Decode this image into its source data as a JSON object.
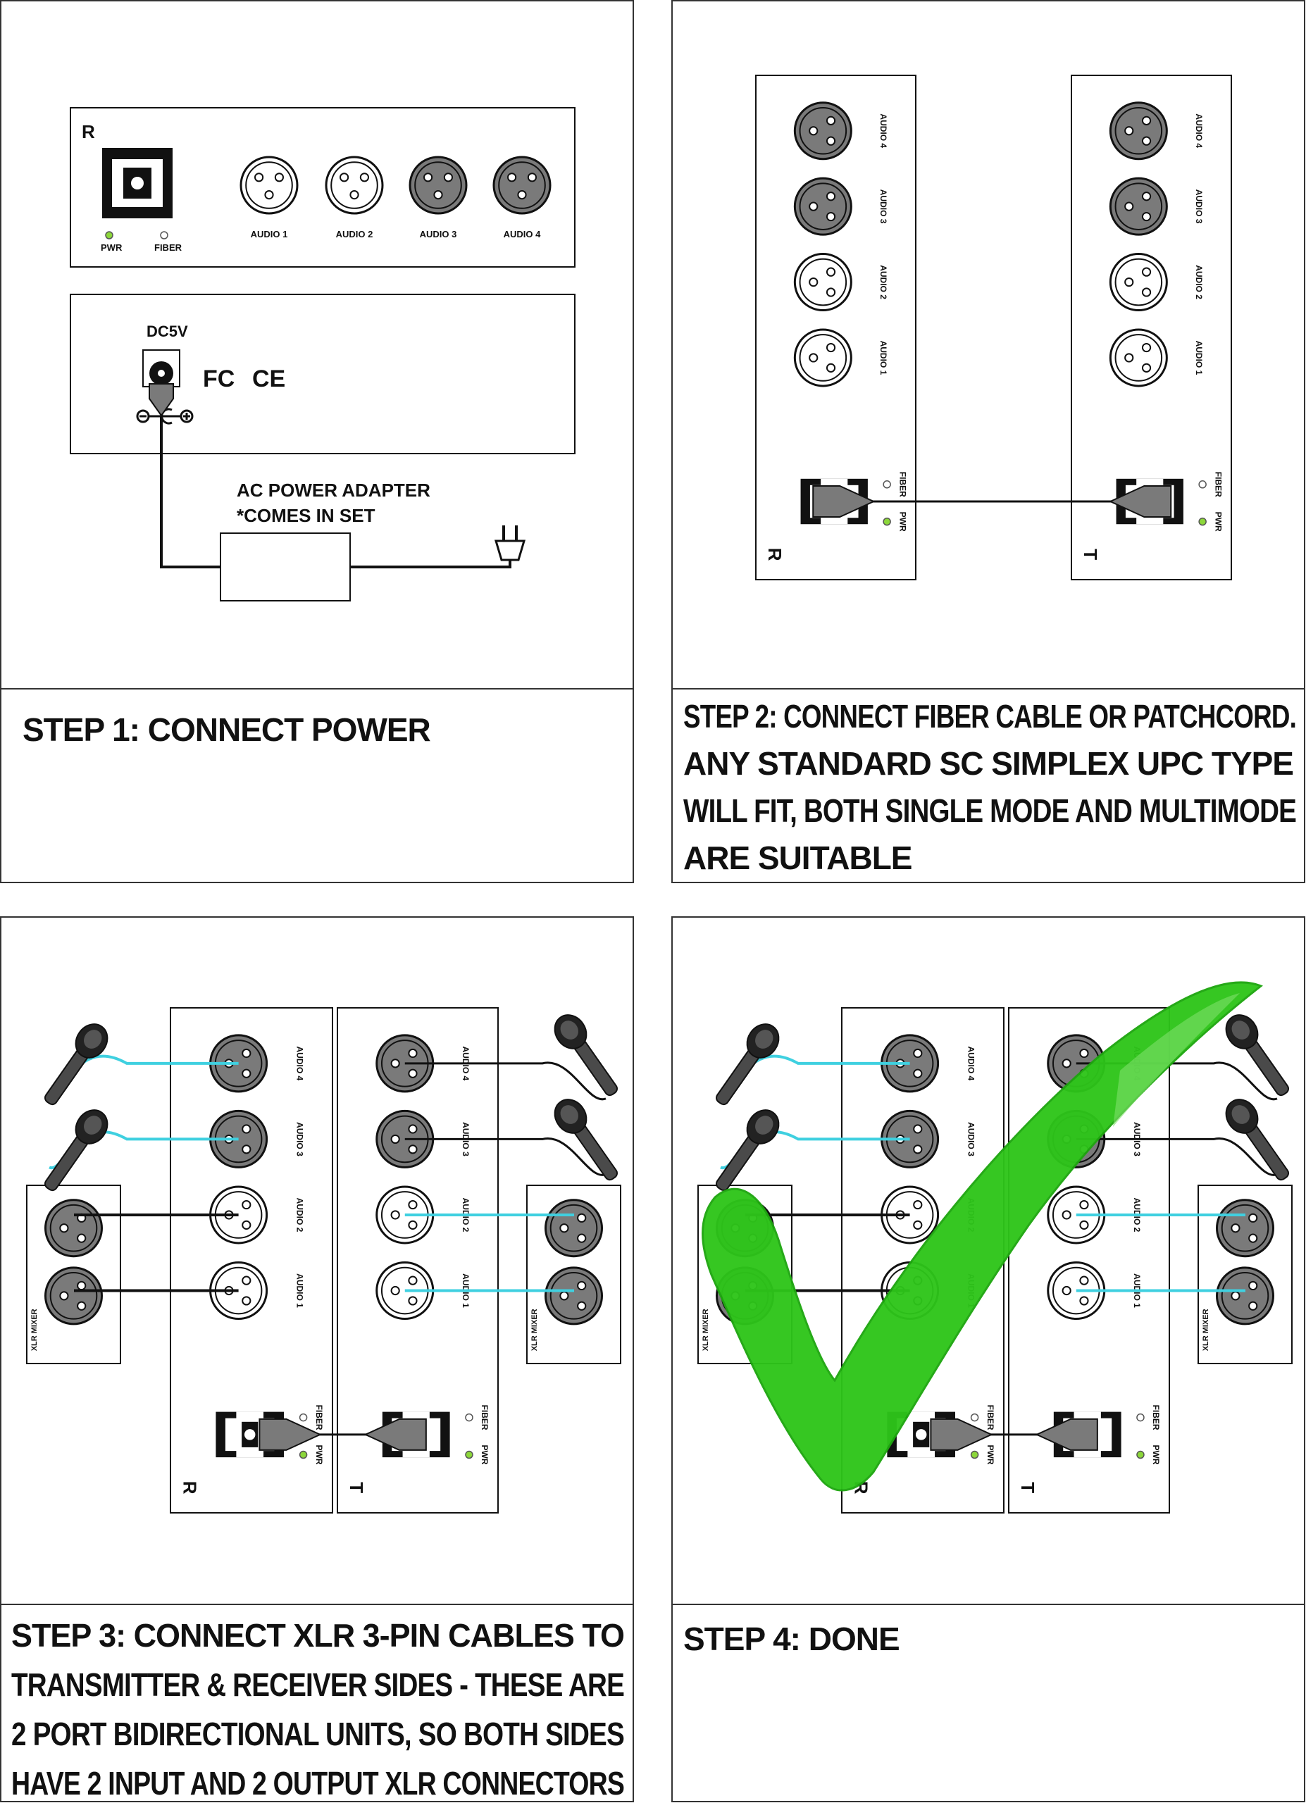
{
  "labels": {
    "receiver": "R",
    "transmitter": "T",
    "pwr": "PWR",
    "fiber": "FIBER",
    "audio": [
      "AUDIO 1",
      "AUDIO 2",
      "AUDIO 3",
      "AUDIO 4"
    ],
    "dc": "DC5V",
    "adapter_line1": "AC POWER ADAPTER",
    "adapter_line2": "*COMES IN SET",
    "fcc": "FC",
    "ce": "CE",
    "xlr_mixer": "XLR MIXER"
  },
  "steps": [
    {
      "lines": [
        "STEP 1: CONNECT POWER"
      ]
    },
    {
      "lines": [
        "STEP 2: CONNECT FIBER CABLE OR PATCHCORD.",
        "ANY STANDARD SC SIMPLEX UPC TYPE",
        "WILL FIT, BOTH SINGLE MODE AND MULTIMODE",
        "ARE SUITABLE"
      ]
    },
    {
      "lines": [
        "STEP 3: CONNECT XLR 3-PIN CABLES TO",
        "TRANSMITTER & RECEIVER SIDES - THESE ARE",
        "2 PORT BIDIRECTIONAL UNITS, SO BOTH SIDES",
        "HAVE 2 INPUT AND 2 OUTPUT XLR CONNECTORS"
      ]
    },
    {
      "lines": [
        "STEP 4: DONE"
      ]
    }
  ],
  "colors": {
    "line": "#111111",
    "gray_connector": "#7a7a7a",
    "cyan_cable": "#3fd0e0",
    "led_green": "#8cd73a",
    "check_green": "#2ec51a"
  }
}
